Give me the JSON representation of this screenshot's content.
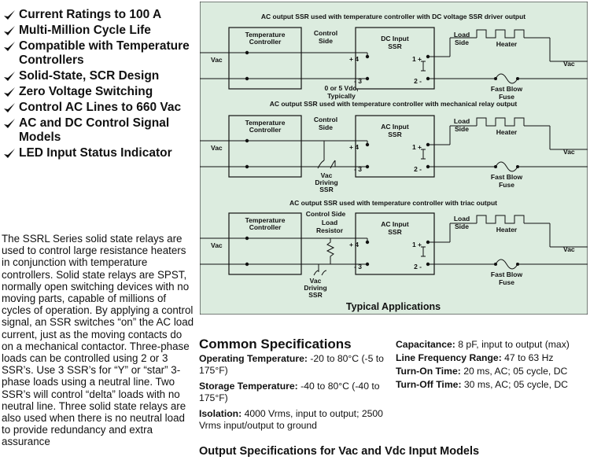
{
  "features": [
    "Current Ratings to 100 A",
    "Multi-Million Cycle Life",
    "Compatible with Temperature Controllers",
    "Solid-State, SCR Design",
    "Zero Voltage Switching",
    "Control AC Lines to 660 Vac",
    "AC and DC Control Signal Models",
    "LED Input Status Indicator"
  ],
  "intro": "The SSRL Series solid state relays are used to control large resistance heaters in conjunction with temperature controllers. Solid state relays are SPST, normally open switching devices with no moving parts, capable of millions of cycles of operation. By applying a control signal, an SSR switches “on” the AC load current, just as the moving contacts do on a mechanical contactor. Three-phase loads can be controlled using 2 or 3 SSR’s. Use 3 SSR’s for “Y” or “star” 3-phase loads using a neutral line. Two SSR’s will control “delta” loads with no neutral line. Three solid state relays are also used when there is no neutral load to provide redundancy and extra assurance",
  "diagram": {
    "background": "#dcecdf",
    "caption": "Typical Applications",
    "common": {
      "temp_controller": "Temperature Controller",
      "vac": "Vac",
      "load_side": "Load Side",
      "heater": "Heater",
      "fuse": "Fast Blow Fuse",
      "t1": "1",
      "t2": "2",
      "t3": "3",
      "t4": "4",
      "plus": "+",
      "minus": "-"
    },
    "panels": [
      {
        "title": "AC output SSR used with temperature controller with DC voltage SSR driver output",
        "control": "Control Side",
        "ssr": "DC Input SSR",
        "note": "0 or 5 Vdc, Typically"
      },
      {
        "title": "AC output SSR used with temperature controller with mechanical relay output",
        "control": "Control Side",
        "ssr": "AC Input SSR",
        "driver": "Vac Driving SSR"
      },
      {
        "title": "AC output SSR used with temperature controller with triac output",
        "control": "Control Side",
        "load_resistor": "Load Resistor",
        "ssr": "AC Input SSR",
        "driver": "Vac Driving SSR"
      }
    ]
  },
  "specs": {
    "title": "Common Specifications",
    "left": [
      {
        "label": "Operating Temperature:",
        "value": "-20 to 80°C (-5 to 175°F)"
      },
      {
        "label": "Storage Temperature:",
        "value": "-40 to 80°C (-40 to 175°F)"
      },
      {
        "label": "Isolation:",
        "value": "4000 Vrms, input to output; 2500 Vrms input/output to ground"
      }
    ],
    "right": [
      {
        "label": "Capacitance:",
        "value": "8 pF, input to output (max)"
      },
      {
        "label": "Line Frequency Range:",
        "value": "47 to 63 Hz"
      },
      {
        "label": "Turn-On Time:",
        "value": "20 ms, AC; 05 cycle, DC"
      },
      {
        "label": "Turn-Off Time:",
        "value": "30 ms, AC; 05 cycle, DC"
      }
    ]
  },
  "output_title": "Output Specifications for Vac and Vdc Input Models"
}
